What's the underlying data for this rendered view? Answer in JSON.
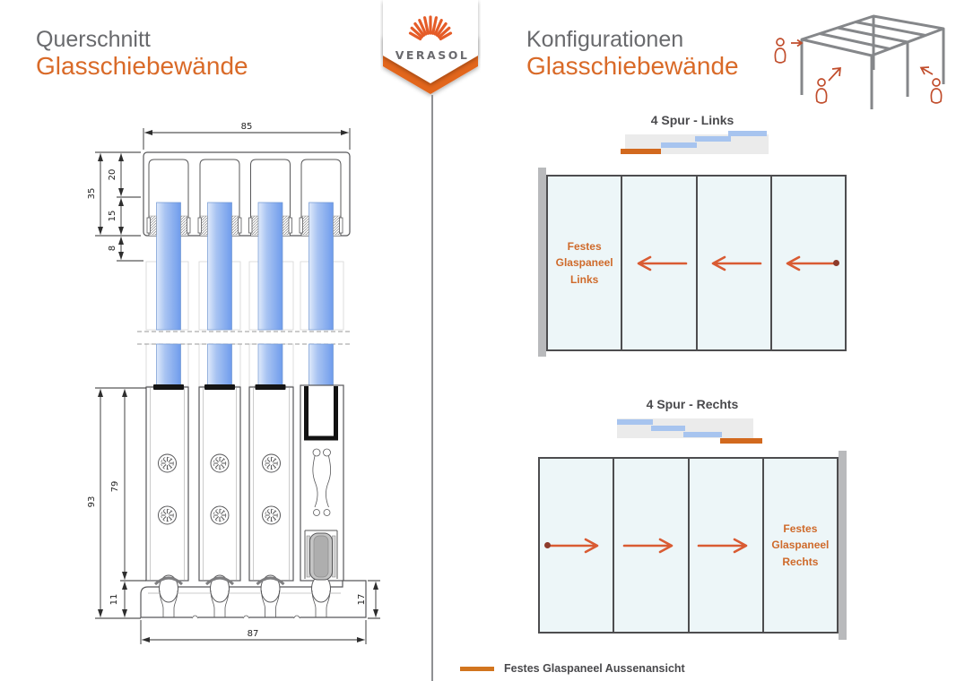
{
  "header": {
    "left": {
      "subtitle": "Querschnitt",
      "title": "Glasschiebewände"
    },
    "right": {
      "subtitle": "Konfigurationen",
      "title": "Glasschiebewände"
    },
    "brand": {
      "name": "VERASOL"
    }
  },
  "cross_section": {
    "dimensions": {
      "rail_width": "85",
      "rail_height_total": "35",
      "rail_height_upper": "20",
      "rail_height_lower": "15",
      "clearance_below_rail": "8",
      "panel_section_height_total": "93",
      "panel_section_height_inner": "79",
      "track_height_left": "11",
      "track_width": "87",
      "track_height_right": "17"
    }
  },
  "configurations": {
    "links": {
      "title": "4 Spur - Links",
      "fixed_panel_label": [
        "Festes",
        "Glaspaneel",
        "Links"
      ]
    },
    "rechts": {
      "title": "4 Spur - Rechts",
      "fixed_panel_label": [
        "Festes",
        "Glaspaneel",
        "Rechts"
      ]
    }
  },
  "legend": {
    "label": "Festes Glaspaneel Aussenansicht"
  },
  "colors": {
    "accent_orange": "#d96a28",
    "arrow_orange": "#d95b33",
    "fixed_panel_orange": "#d2691e",
    "sliding_panel_blue": "#a7c4ef",
    "glass_fill": "#edf6f8",
    "panel_border": "#4d4d4f",
    "wall_post_gray": "#b9babc",
    "title_gray": "#696a6d"
  }
}
